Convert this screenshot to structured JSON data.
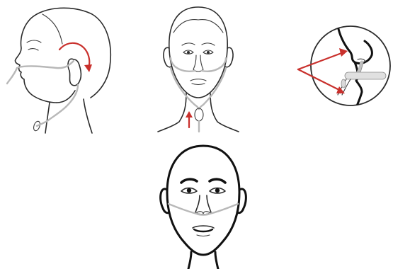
{
  "colors": {
    "line": "#2b2b2b",
    "tube": "#b8b8b8",
    "arrow": "#c9302c",
    "background": "#ffffff"
  },
  "panels": [
    {
      "name": "side-profile-head",
      "arrow": "curved-arrow-over-ear"
    },
    {
      "name": "front-head-under-chin",
      "arrow": "upward-arrow-at-neck"
    },
    {
      "name": "nostril-closeup",
      "arrow": "double-arrow-to-prongs"
    },
    {
      "name": "front-head-bold"
    }
  ]
}
